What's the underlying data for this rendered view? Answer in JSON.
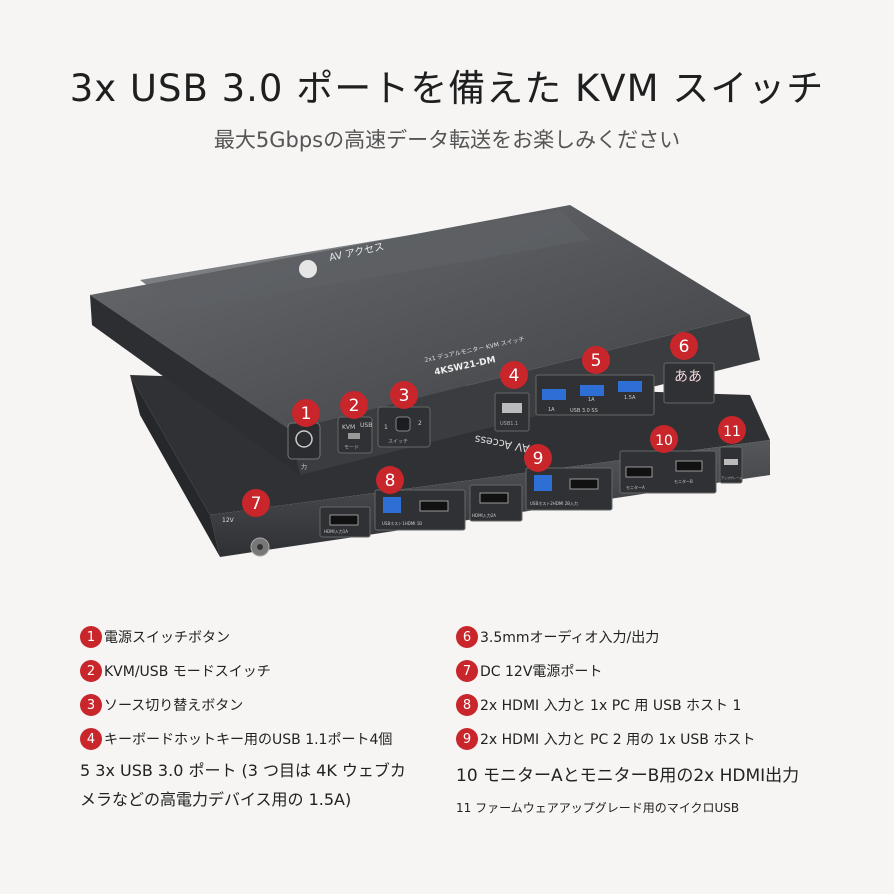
{
  "header": {
    "title": "3x USB 3.0 ポートを備えた KVM スイッチ",
    "subtitle": "最大5Gbpsの高速データ転送をお楽しみください"
  },
  "device": {
    "brand": "AV アクセス",
    "model_line": "2x1 デュアルモニター KVM スイッチ",
    "model": "4KSW21-DM",
    "back_brand": "AV Access",
    "panel_labels": {
      "power": "力",
      "mode": "モード",
      "kvm": "KVM",
      "usb": "USB",
      "switch": "スイッチ",
      "sw1": "1",
      "sw2": "2",
      "usb11": "USB1.1",
      "usb30": "USB 3.0 SS",
      "a1": "1A",
      "a2": "1A",
      "a3": "1.5A",
      "audio": "ああ",
      "dc": "12V",
      "hdmi_in_1a": "HDMI入力1A",
      "usb_host1": "USBホスト1HDMI 1B",
      "hdmi_in_2a": "HDMI入力2A",
      "usb_host2": "USBホスト2HDMI 2B入力",
      "monitor_a": "モニターA",
      "monitor_b": "モニターB",
      "upgrade": "アップグレード"
    },
    "callouts": [
      "1",
      "2",
      "3",
      "4",
      "5",
      "6",
      "7",
      "8",
      "9",
      "10",
      "11"
    ],
    "colors": {
      "body": "#4a4c50",
      "callout": "#c8262b",
      "usb3": "#2e6fd6"
    }
  },
  "features": {
    "left": [
      {
        "num": "1",
        "text": "電源スイッチボタン"
      },
      {
        "num": "2",
        "text": "KVM/USB モードスイッチ"
      },
      {
        "num": "3",
        "text": "ソース切り替えボタン"
      },
      {
        "num": "4",
        "text": "キーボードホットキー用のUSB 1.1ポート4個"
      }
    ],
    "left_multi": "5 3x USB 3.0 ポート (3 つ目は 4K ウェブカメラなどの高電力デバイス用の 1.5A)",
    "right": [
      {
        "num": "6",
        "text": "3.5mmオーディオ入力/出力"
      },
      {
        "num": "7",
        "text": "DC 12V電源ポート"
      },
      {
        "num": "8",
        "text": "2x HDMI 入力と 1x PC 用 USB ホスト 1"
      },
      {
        "num": "9",
        "text": "2x HDMI 入力と PC 2 用の 1x USB ホスト"
      }
    ],
    "right_big": "10 モニターAとモニターB用の2x HDMI出力",
    "right_small": "11 ファームウェアアップグレード用のマイクロUSB"
  }
}
